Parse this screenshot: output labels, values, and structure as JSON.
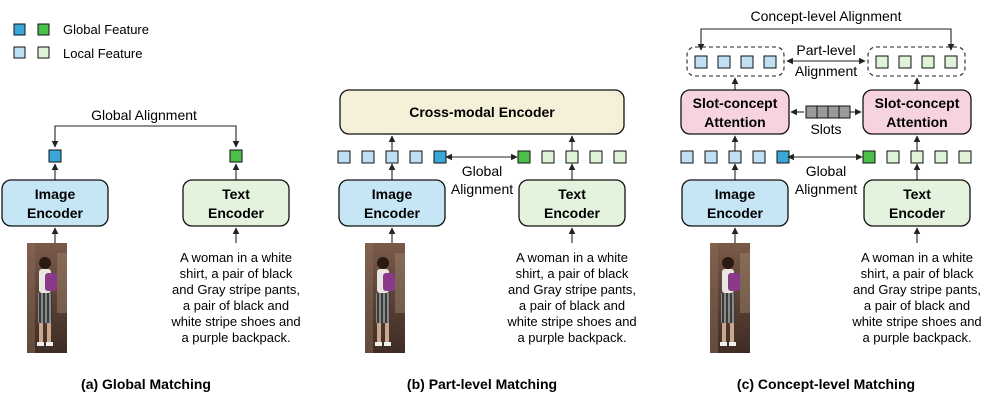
{
  "legend": {
    "global_label": "Global Feature",
    "local_label": "Local Feature"
  },
  "colors": {
    "image_global": "#3aa7d6",
    "text_global": "#4cbe4a",
    "image_local": "#bfe0f2",
    "text_local": "#def3d8",
    "slot": "#9a9a9a",
    "image_encoder_fill": "#c6e6f6",
    "text_encoder_fill": "#e3f3de",
    "cross_modal_fill": "#f5f1d8",
    "slot_attention_fill": "#f6d3dd"
  },
  "panel_a": {
    "alignment": "Global Alignment",
    "image_encoder": [
      "Image",
      "Encoder"
    ],
    "text_encoder": [
      "Text",
      "Encoder"
    ],
    "caption": "(a) Global Matching"
  },
  "panel_b": {
    "cross_modal": "Cross-modal Encoder",
    "alignment": [
      "Global",
      "Alignment"
    ],
    "image_encoder": [
      "Image",
      "Encoder"
    ],
    "text_encoder": [
      "Text",
      "Encoder"
    ],
    "caption": "(b) Part-level Matching"
  },
  "panel_c": {
    "concept_alignment": "Concept-level Alignment",
    "part_alignment": [
      "Part-level",
      "Alignment"
    ],
    "slot_attention_left": [
      "Slot-concept",
      "Attention"
    ],
    "slot_attention_right": [
      "Slot-concept",
      "Attention"
    ],
    "slots": "Slots",
    "global_alignment": [
      "Global",
      "Alignment"
    ],
    "image_encoder": [
      "Image",
      "Encoder"
    ],
    "text_encoder": [
      "Text",
      "Encoder"
    ],
    "caption": "(c) Concept-level Matching"
  },
  "text_description": [
    "A woman in a white",
    "shirt, a pair of black",
    "and Gray stripe pants,",
    "a pair of black and",
    "white stripe shoes and",
    "a purple backpack."
  ],
  "person_photo": {
    "description_icon": "person-with-purple-backpack-icon"
  }
}
